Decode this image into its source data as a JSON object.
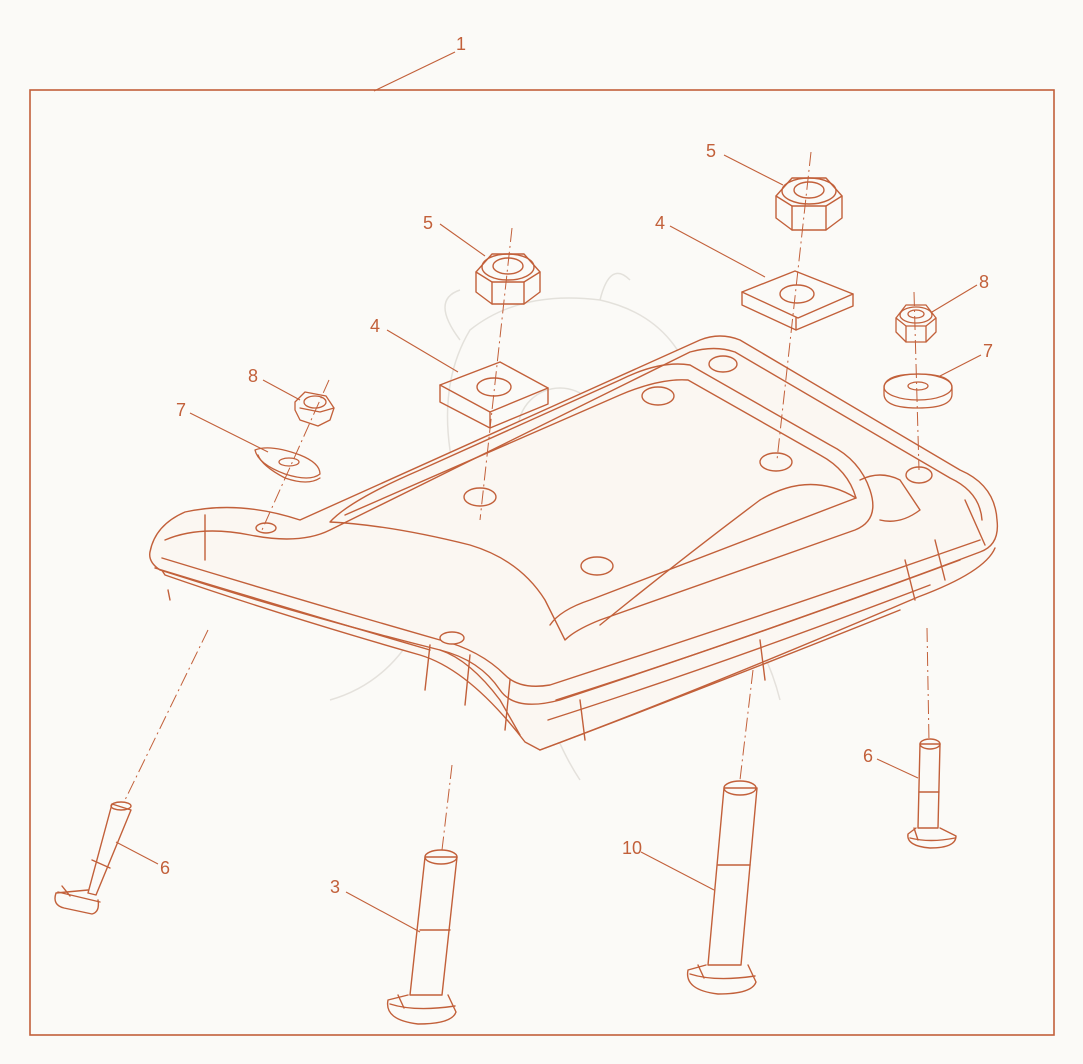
{
  "colors": {
    "line": "#c2603a",
    "fill": "#fbf7f2",
    "background": "#fbfaf7",
    "watermark": "#d9d6d0"
  },
  "callouts": [
    {
      "id": "c1",
      "label": "1"
    },
    {
      "id": "c3",
      "label": "3"
    },
    {
      "id": "c4a",
      "label": "4"
    },
    {
      "id": "c4b",
      "label": "4"
    },
    {
      "id": "c5a",
      "label": "5"
    },
    {
      "id": "c5b",
      "label": "5"
    },
    {
      "id": "c6a",
      "label": "6"
    },
    {
      "id": "c6b",
      "label": "6"
    },
    {
      "id": "c7a",
      "label": "7"
    },
    {
      "id": "c7b",
      "label": "7"
    },
    {
      "id": "c8a",
      "label": "8"
    },
    {
      "id": "c8b",
      "label": "8"
    },
    {
      "id": "c10",
      "label": "10"
    }
  ],
  "icons": {
    "watermark": "dragon-mascot-watermark"
  }
}
